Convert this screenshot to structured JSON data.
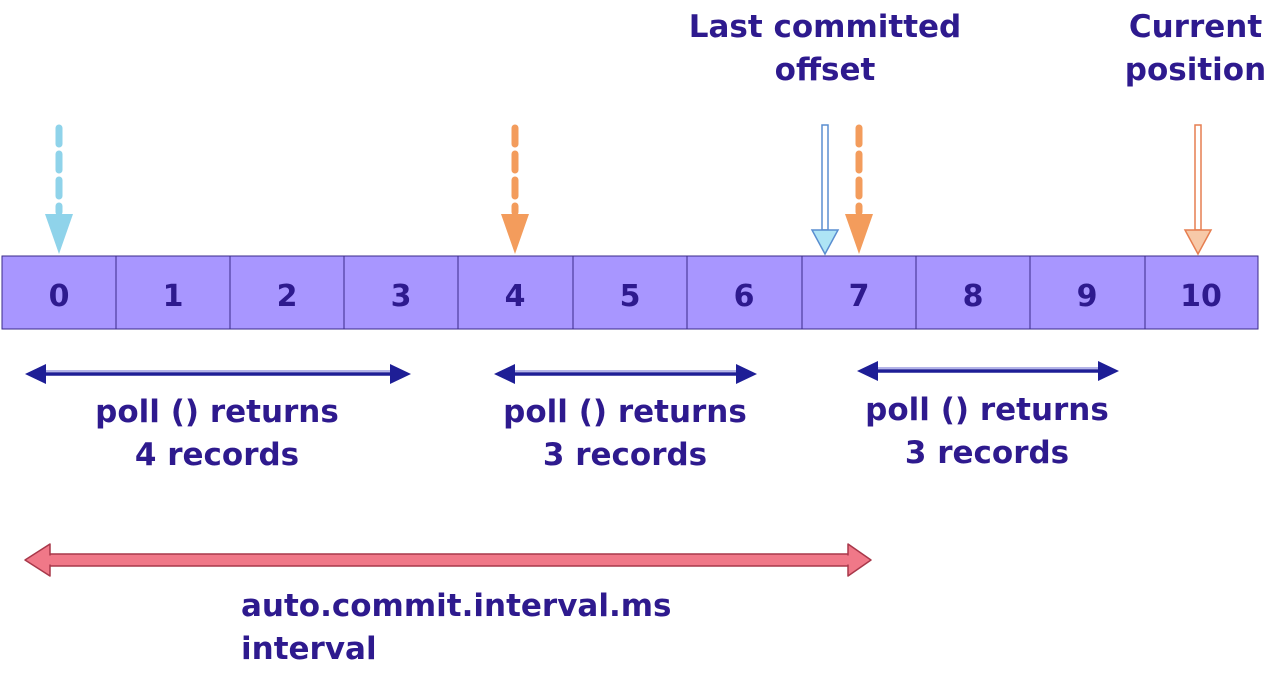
{
  "labels": {
    "last_committed": [
      "Last committed",
      "offset"
    ],
    "current_position": [
      "Current",
      "position"
    ]
  },
  "offsets": [
    "0",
    "1",
    "2",
    "3",
    "4",
    "5",
    "6",
    "7",
    "8",
    "9",
    "10"
  ],
  "polls": [
    {
      "line1": "poll () returns",
      "line2": "4 records"
    },
    {
      "line1": "poll () returns",
      "line2": "3 records"
    },
    {
      "line1": "poll () returns",
      "line2": "3 records"
    }
  ],
  "interval": {
    "line1": "auto.commit.interval.ms",
    "line2": "interval"
  },
  "colors": {
    "cell_fill": "#a896ff",
    "text": "#2e1a8e",
    "light_blue": "#8fd3ea",
    "orange": "#f39c5c",
    "pink": "#f07888",
    "navy_arrow": "#1e1e96"
  }
}
